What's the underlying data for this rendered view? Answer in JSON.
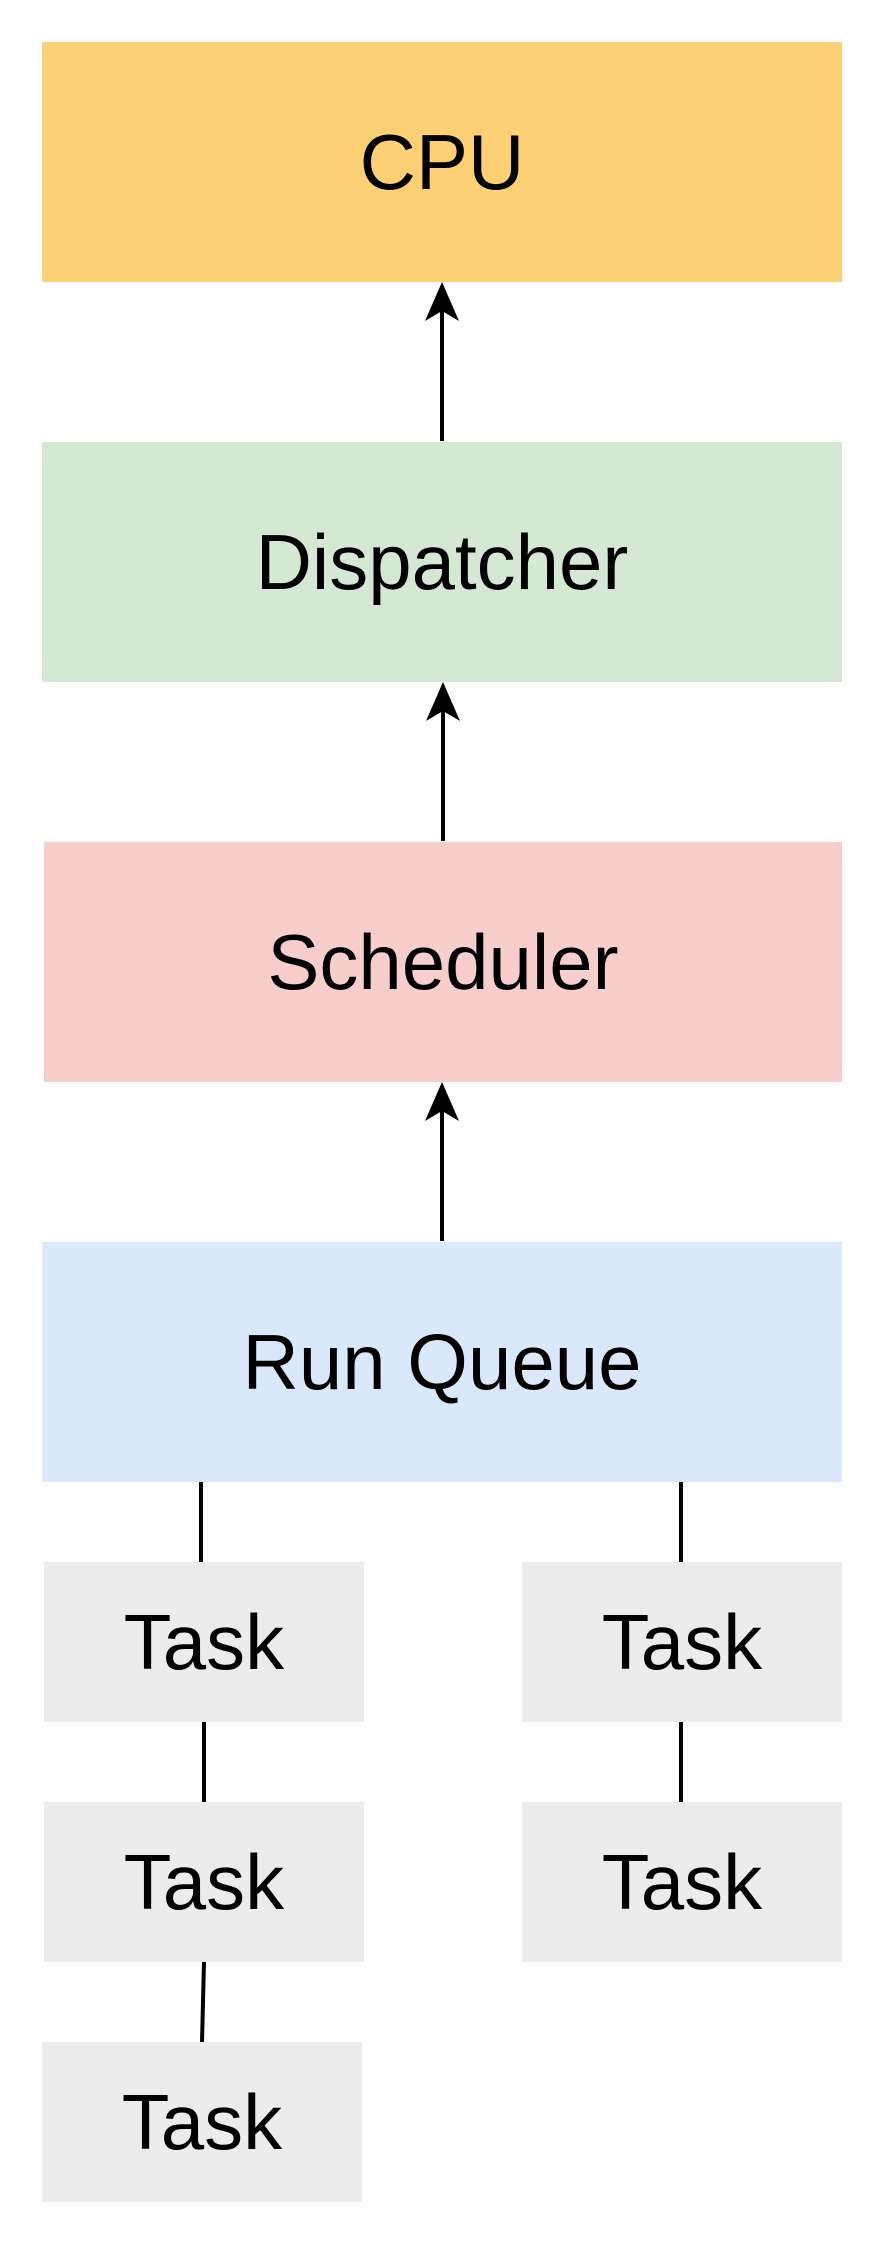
{
  "diagram": {
    "stages": {
      "cpu": {
        "label": "CPU",
        "color": "#fdd075"
      },
      "dispatcher": {
        "label": "Dispatcher",
        "color": "#d5e8d4"
      },
      "scheduler": {
        "label": "Scheduler",
        "color": "#f8cecc"
      },
      "run_queue": {
        "label": "Run Queue",
        "color": "#dae8fc"
      }
    },
    "tasks": {
      "left": [
        {
          "label": "Task"
        },
        {
          "label": "Task"
        },
        {
          "label": "Task"
        }
      ],
      "right": [
        {
          "label": "Task"
        },
        {
          "label": "Task"
        }
      ],
      "color": "#ececec"
    },
    "flow": [
      {
        "from": "Run Queue",
        "to": "Scheduler"
      },
      {
        "from": "Scheduler",
        "to": "Dispatcher"
      },
      {
        "from": "Dispatcher",
        "to": "CPU"
      }
    ]
  }
}
